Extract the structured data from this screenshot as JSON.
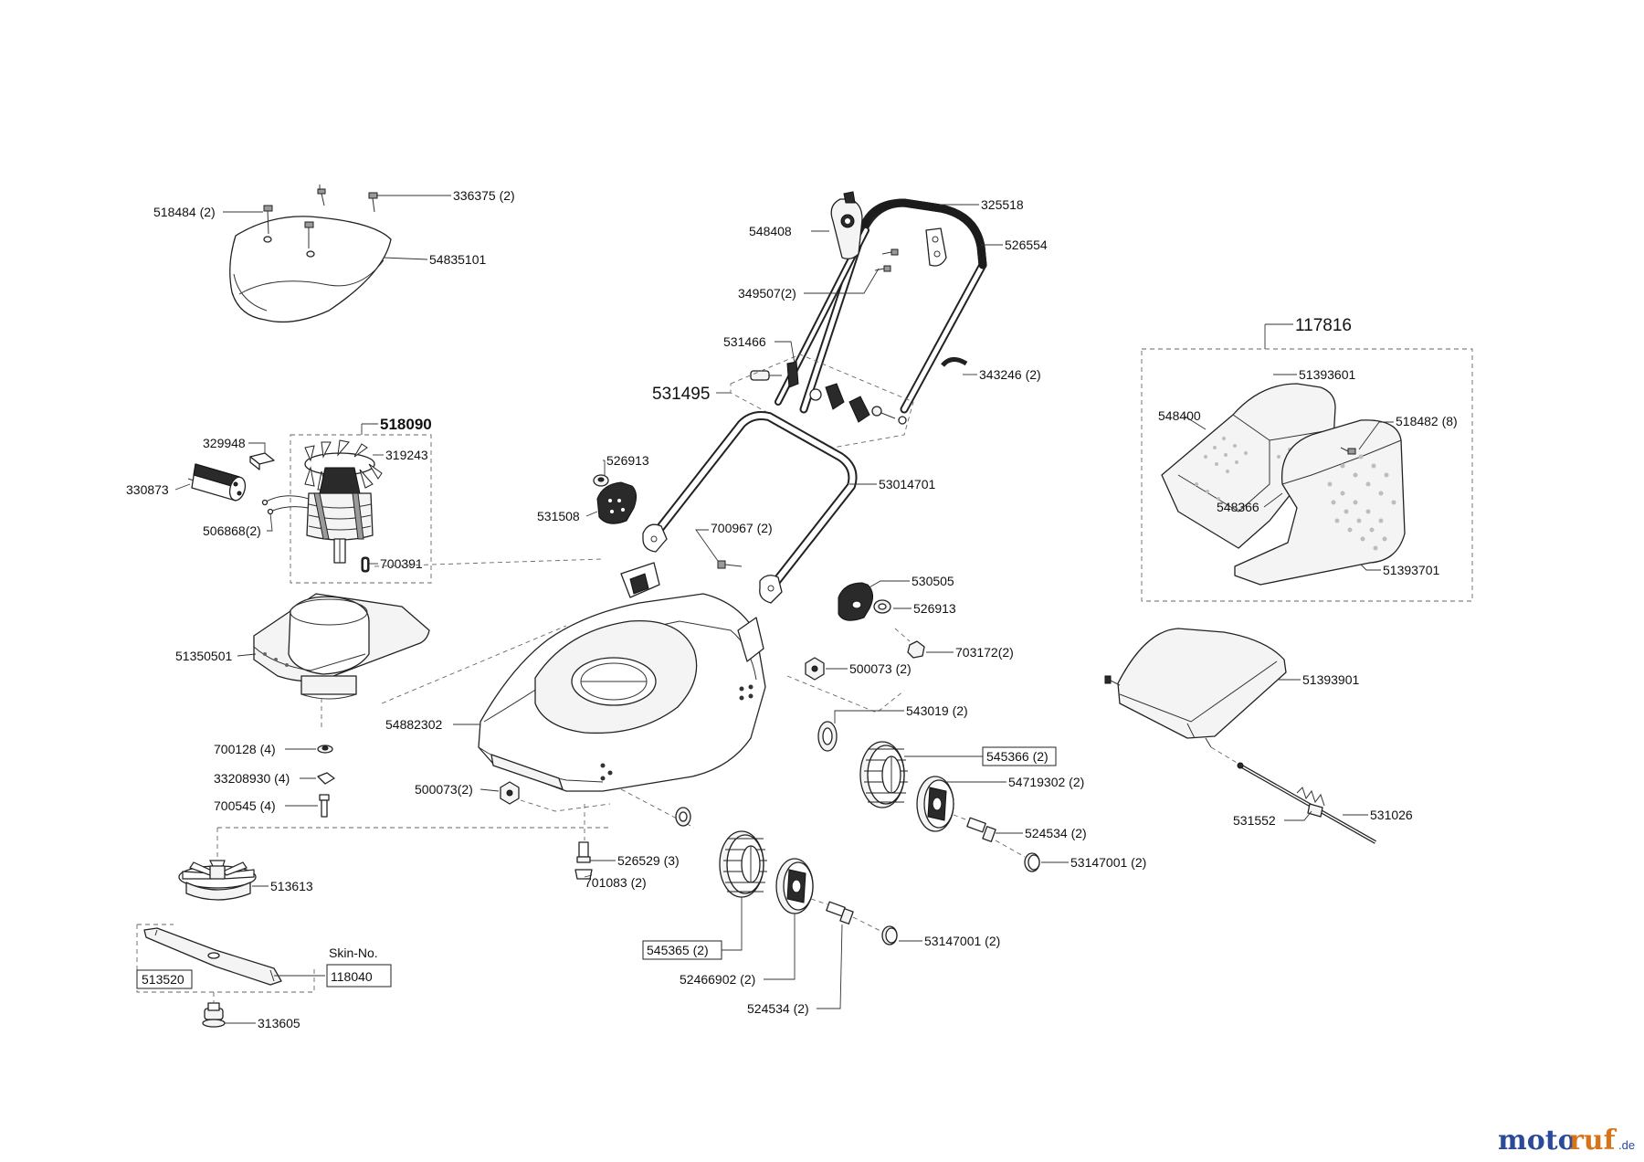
{
  "labels": {
    "p336375": "336375 (2)",
    "p518484": "518484 (2)",
    "p54835101": "54835101",
    "p548408": "548408",
    "p325518": "325518",
    "p526554": "526554",
    "p349507": "349507(2)",
    "p531466": "531466",
    "p531495": "531495",
    "p343246": "343246 (2)",
    "p117816": "117816",
    "p51393601": "51393601",
    "p548400": "548400",
    "p518482": "518482 (8)",
    "p548366": "548366",
    "p51393701": "51393701",
    "p518090": "518090",
    "p329948": "329948",
    "p319243": "319243",
    "p330873": "330873",
    "p506868": "506868(2)",
    "p700391": "700391",
    "p526913a": "526913",
    "p531508": "531508",
    "p53014701": "53014701",
    "p700967": "700967 (2)",
    "p530505": "530505",
    "p526913b": "526913",
    "p703172": "703172(2)",
    "p500073a": "500073 (2)",
    "p51350501": "51350501",
    "p54882302": "54882302",
    "p543019": "543019 (2)",
    "p51393901": "51393901",
    "p545366": "545366 (2)",
    "p54719302": "54719302 (2)",
    "p700128": "700128 (4)",
    "p33208930": "33208930 (4)",
    "p700545": "700545 (4)",
    "p500073b": "500073(2)",
    "p524534a": "524534 (2)",
    "p53147001a": "53147001 (2)",
    "p531552": "531552",
    "p531026": "531026",
    "p526529": "526529 (3)",
    "p701083": "701083 (2)",
    "p513613": "513613",
    "p545365": "545365 (2)",
    "p53147001b": "53147001 (2)",
    "p52466902": "52466902 (2)",
    "p524534b": "524534 (2)",
    "p513520": "513520",
    "skin_title": "Skin-No.",
    "p118040": "118040",
    "p313605": "313605"
  },
  "logo": {
    "part1": "moto",
    "part2": "ruf",
    "suffix": ".de"
  }
}
